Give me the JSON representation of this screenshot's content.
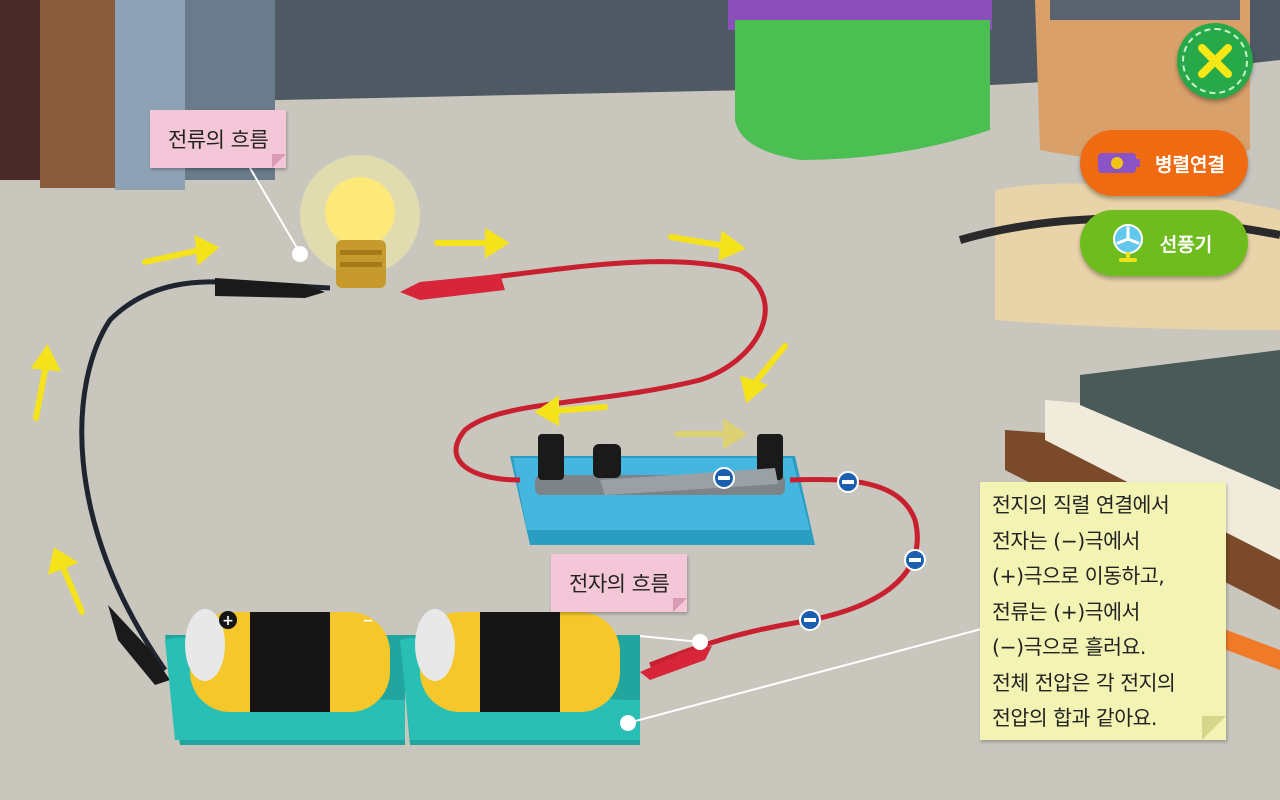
{
  "labels": {
    "current_flow": "전류의 흐름",
    "electron_flow": "전자의 흐름"
  },
  "explanation": {
    "lines": [
      "전지의 직렬 연결에서",
      "전자는 (−)극에서",
      "(+)극으로 이동하고,",
      "전류는 (+)극에서",
      "(−)극으로 흘러요.",
      "전체 전압은 각 전지의",
      "전압의 합과 같아요."
    ]
  },
  "buttons": {
    "parallel": "병렬연결",
    "fan": "선풍기"
  },
  "battery": {
    "plus": "+",
    "minus": "−"
  },
  "colors": {
    "close_button": "#27a94a",
    "parallel_button": "#f06a12",
    "fan_button": "#6fbc1f",
    "wire_red": "#c8202f",
    "wire_black": "#1e2430",
    "arrow": "#f4e21a",
    "note_pink": "#f4c7d8",
    "note_yellow": "#f3f4b4"
  },
  "icons": {
    "close": "close-x-icon",
    "parallel": "battery-icon",
    "fan": "fan-icon"
  }
}
